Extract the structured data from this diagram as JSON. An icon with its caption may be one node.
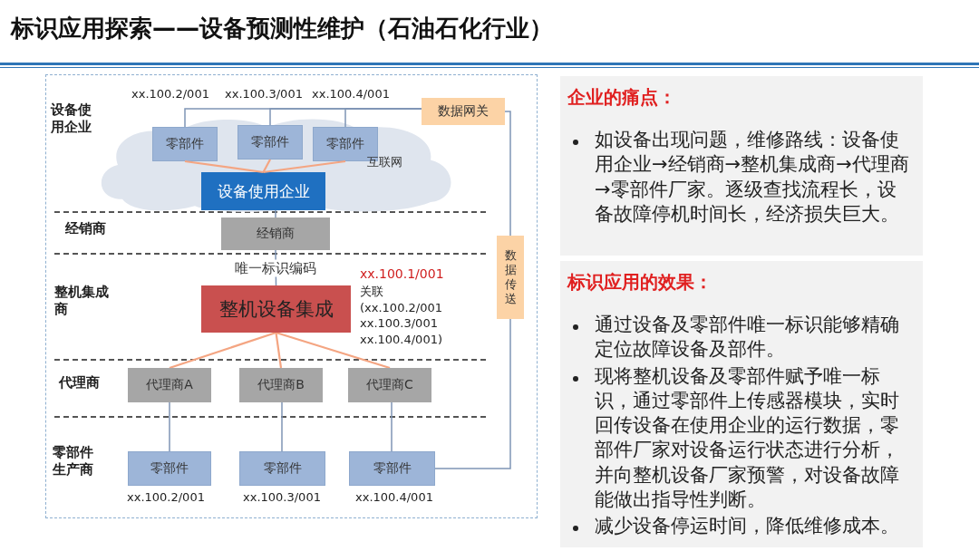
{
  "diagram": {
    "title": "标识应用探索——设备预测性维护（石油石化行业）",
    "nodes": [
      {
        "text": [
          "互联网"
        ]
      },
      {
        "text": [
          "零部件"
        ],
        "in": 0,
        "beside": [
          "xx.100.2/001"
        ]
      },
      {
        "text": [
          "零部件"
        ],
        "in": 0,
        "beside": [
          "xx.100.3/001"
        ]
      },
      {
        "text": [
          "零部件"
        ],
        "in": 0,
        "beside": [
          "xx.100.4/001"
        ]
      },
      {
        "text": [
          "数据网关"
        ]
      },
      {
        "text": [
          "设备使用企业"
        ],
        "in": 0
      },
      {
        "text": [
          "经销商"
        ]
      },
      {
        "text": [
          "数据传送"
        ]
      },
      {
        "text": [
          "整机设备集成"
        ],
        "beside": [
          "xx.100.1/001",
          "关联 (xx.100.2/001 xx.100.3/001 xx.100.4/001)"
        ]
      },
      {
        "text": [
          "代理商A"
        ]
      },
      {
        "text": [
          "代理商B"
        ]
      },
      {
        "text": [
          "代理商C"
        ]
      },
      {
        "text": [
          "零部件"
        ],
        "beside": [
          "xx.100.2/001"
        ]
      },
      {
        "text": [
          "零部件"
        ],
        "beside": [
          "xx.100.3/001"
        ]
      },
      {
        "text": [
          "零部件"
        ],
        "beside": [
          "xx.100.4/001"
        ]
      },
      {
        "text": [
          "企业的痛点：",
          "如设备出现问题，维修路线：设备使用企业→经销商→整机集成商→代理商→零部件厂家。逐级查找流程长，设备故障停机时间长，经济损失巨大。"
        ]
      },
      {
        "text": [
          "标识应用的效果：",
          "通过设备及零部件唯一标识能够精确定位故障设备及部件。",
          "现将整机设备及零部件赋予唯一标识，通过零部件上传感器模块，实时回传设备在使用企业的运行数据，零部件厂家对设备运行状态进行分析，并向整机设备厂家预警，对设备故障能做出指导性判断。",
          "减少设备停运时间，降低维修成本。"
        ]
      }
    ],
    "edges": [
      {
        "from": 1,
        "to": 4,
        "arrow": "none"
      },
      {
        "from": 2,
        "to": 4,
        "arrow": "none"
      },
      {
        "from": 3,
        "to": 4,
        "arrow": "none"
      },
      {
        "from": 1,
        "to": 5,
        "arrow": "none",
        "color": "#f4a582"
      },
      {
        "from": 2,
        "to": 5,
        "arrow": "none",
        "color": "#f4a582"
      },
      {
        "from": 3,
        "to": 5,
        "arrow": "none",
        "color": "#f4a582"
      },
      {
        "from": 5,
        "to": 6,
        "arrow": "none"
      },
      {
        "from": 6,
        "to": 8,
        "arrow": "none",
        "label": "唯一标识编码"
      },
      {
        "from": 8,
        "to": 9,
        "arrow": "none",
        "color": "#f4a582"
      },
      {
        "from": 8,
        "to": 10,
        "arrow": "none",
        "color": "#f4a582"
      },
      {
        "from": 8,
        "to": 11,
        "arrow": "none",
        "color": "#f4a582"
      },
      {
        "from": 9,
        "to": 12,
        "arrow": "none"
      },
      {
        "from": 10,
        "to": 13,
        "arrow": "none"
      },
      {
        "from": 11,
        "to": 14,
        "arrow": "none"
      },
      {
        "from": 4,
        "to": 7,
        "arrow": "none"
      },
      {
        "from": 7,
        "to": 14,
        "arrow": "none"
      }
    ],
    "labels": [
      "设备使用企业",
      "经销商",
      "整机集成商",
      "代理商",
      "零部件生产商"
    ]
  }
}
